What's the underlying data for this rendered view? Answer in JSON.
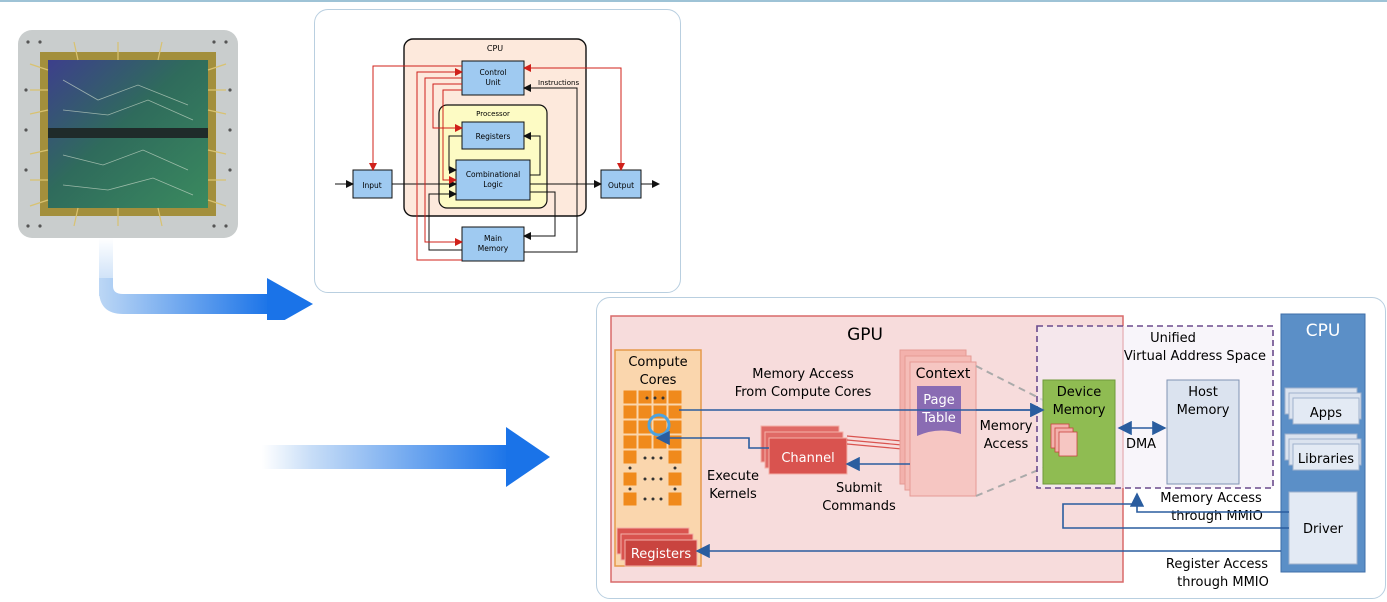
{
  "cpu_block_diagram": {
    "cpu_title": "CPU",
    "control_unit_lines": [
      "Control",
      "Unit"
    ],
    "instructions_label": "Instructions",
    "processor_title": "Processor",
    "registers_label": "Registers",
    "combinational_logic_lines": [
      "Combinational",
      "Logic"
    ],
    "input_label": "Input",
    "output_label": "Output",
    "main_memory_lines": [
      "Main",
      "Memory"
    ]
  },
  "gpu_architecture": {
    "gpu_title": "GPU",
    "compute_cores_lines": [
      "Compute",
      "Cores"
    ],
    "memory_access_from_cores_lines": [
      "Memory Access",
      "From Compute Cores"
    ],
    "context_label": "Context",
    "page_table_lines": [
      "Page",
      "Table"
    ],
    "memory_access_lines": [
      "Memory",
      "Access"
    ],
    "channel_label": "Channel",
    "execute_kernels_lines": [
      "Execute",
      "Kernels"
    ],
    "submit_commands_lines": [
      "Submit",
      "Commands"
    ],
    "registers_label": "Registers",
    "unified_vas_lines": [
      "Unified",
      "Virtual Address Space"
    ],
    "device_memory_lines": [
      "Device",
      "Memory"
    ],
    "host_memory_lines": [
      "Host",
      "Memory"
    ],
    "dma_label": "DMA",
    "cpu_title": "CPU",
    "apps_label": "Apps",
    "libraries_label": "Libraries",
    "driver_label": "Driver",
    "memory_access_mmio_lines": [
      "Memory Access",
      "through MMIO"
    ],
    "register_access_mmio_lines": [
      "Register Access",
      "through MMIO"
    ]
  },
  "colors": {
    "accent_blue": "#1a73e8",
    "cpu_panel_blue": "#5b8fc7",
    "gpu_panel_pink": "#f7dcdc",
    "compute_orange": "#f08a1c",
    "channel_red": "#d9534f",
    "device_memory_green": "#8fbc52",
    "page_table_purple": "#8a6cb3"
  }
}
